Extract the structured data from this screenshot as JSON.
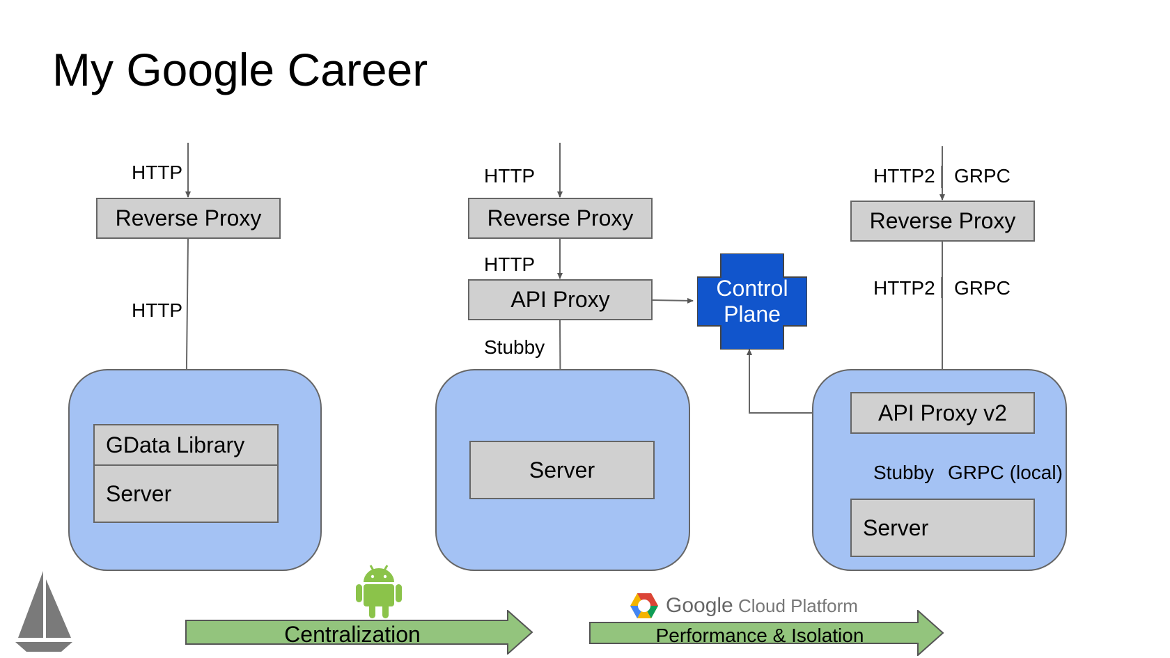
{
  "title": "My Google Career",
  "col1": {
    "label_top": "HTTP",
    "reverse_proxy": "Reverse Proxy",
    "label_mid": "HTTP",
    "gdata_library": "GData Library",
    "server": "Server"
  },
  "col2": {
    "label_top": "HTTP",
    "reverse_proxy": "Reverse Proxy",
    "label_mid": "HTTP",
    "api_proxy": "API Proxy",
    "label_stubby": "Stubby",
    "server": "Server"
  },
  "control_plane": {
    "line1": "Control",
    "line2": "Plane"
  },
  "col3": {
    "label_top_a": "HTTP2",
    "label_top_b": "GRPC",
    "reverse_proxy": "Reverse Proxy",
    "label_mid_a": "HTTP2",
    "label_mid_b": "GRPC",
    "api_proxy_v2": "API Proxy v2",
    "label_low_a": "Stubby",
    "label_low_b": "GRPC (local)",
    "server": "Server"
  },
  "arrows": {
    "centralization": "Centralization",
    "performance": "Performance & Isolation"
  },
  "gcp_logo": {
    "brand": "Google",
    "product": "Cloud Platform"
  },
  "colors": {
    "panel": "#a4c2f4",
    "box": "#d0d0d0",
    "control_plane": "#1155cc",
    "arrow_fill": "#93c47d",
    "android": "#8bc34a"
  }
}
